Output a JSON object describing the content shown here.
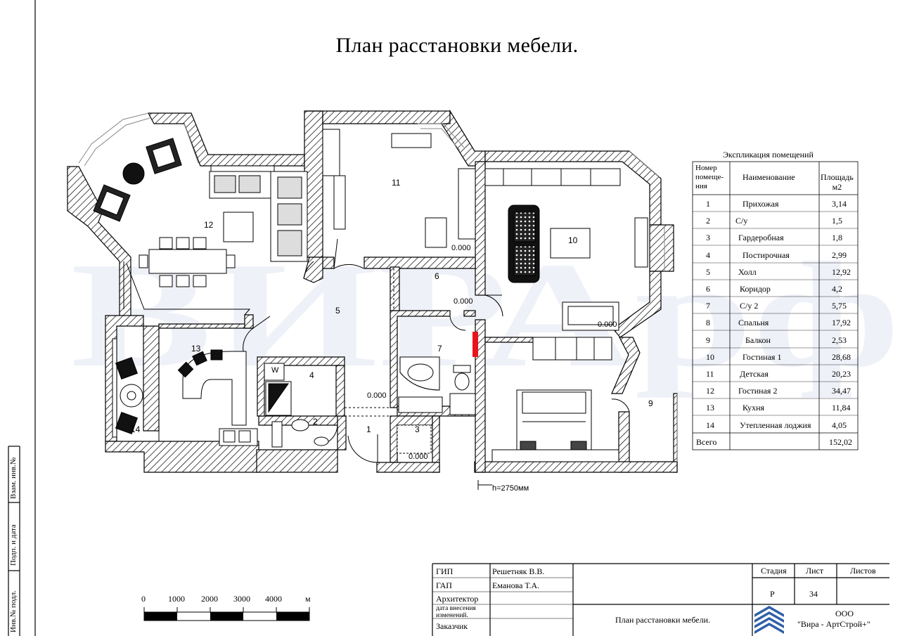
{
  "sheet": {
    "title": "План расстановки мебели.",
    "height_note": "h=2750мм"
  },
  "rooms": {
    "r1": "1",
    "r2": "2",
    "r3": "3",
    "r4": "4",
    "r5": "5",
    "r6": "6",
    "r7": "7",
    "r9": "9",
    "r10": "10",
    "r11": "11",
    "r12": "12",
    "r13": "13",
    "r14": "14"
  },
  "levels": {
    "l11": "0.000",
    "l6": "0.000",
    "l10": "0.000",
    "l4": "0.000",
    "l3": "0.000",
    "l14": "0.000"
  },
  "appliance_mark": "W",
  "explication": {
    "title": "Экспликация помещений",
    "header_num_1": "Номер",
    "header_num_2": "помеще-",
    "header_num_3": "ния",
    "header_name": "Наименование",
    "header_area_1": "Площадь",
    "header_area_2": "м2",
    "rows": [
      {
        "n": "1",
        "name": "Прихожая",
        "area": "3,14"
      },
      {
        "n": "2",
        "name": "С/у",
        "area": "1,5"
      },
      {
        "n": "3",
        "name": "Гардеробная",
        "area": "1,8"
      },
      {
        "n": "4",
        "name": "Постирочная",
        "area": "2,99"
      },
      {
        "n": "5",
        "name": "Холл",
        "area": "12,92"
      },
      {
        "n": "6",
        "name": "Коридор",
        "area": "4,2"
      },
      {
        "n": "7",
        "name": "С/у 2",
        "area": "5,75"
      },
      {
        "n": "8",
        "name": "Спальня",
        "area": "17,92"
      },
      {
        "n": "9",
        "name": "Балкон",
        "area": "2,53"
      },
      {
        "n": "10",
        "name": "Гостиная 1",
        "area": "28,68"
      },
      {
        "n": "11",
        "name": "Детская",
        "area": "20,23"
      },
      {
        "n": "12",
        "name": "Гостиная 2",
        "area": "34,47"
      },
      {
        "n": "13",
        "name": "Кухня",
        "area": "11,84"
      },
      {
        "n": "14",
        "name": "Утепленная лоджия",
        "area": "4,05"
      }
    ],
    "total_label": "Всего",
    "total_area": "152,02"
  },
  "scale_bar": {
    "ticks": [
      "0",
      "1000",
      "2000",
      "3000",
      "4000"
    ],
    "unit": "м"
  },
  "side_stamp": {
    "a": "Взам. инв.№",
    "b": "Подп. и дата",
    "c": "Инв.№ подл."
  },
  "title_block": {
    "gip_label": "ГИП",
    "gip_name": "Решетняк В.В.",
    "gap_label": "ГАП",
    "gap_name": "Еманова Т.А.",
    "arch_label": "Архитектор",
    "changes_1": "дата внесения",
    "changes_2": "изменений.",
    "client_label": "Заказчик",
    "drawing_name": "План расстановки мебели.",
    "stage_label": "Стадия",
    "sheet_label": "Лист",
    "sheets_label": "Листов",
    "stage_value": "Р",
    "sheet_value": "34",
    "org_1": "ООО",
    "org_2": "\"Вира - АртСтрой+\""
  },
  "watermark": "ВИРАрф",
  "colors": {
    "accent_red": "#e8141c",
    "watermark": "#1f3f9a",
    "logo_blue": "#2f5fa8"
  }
}
